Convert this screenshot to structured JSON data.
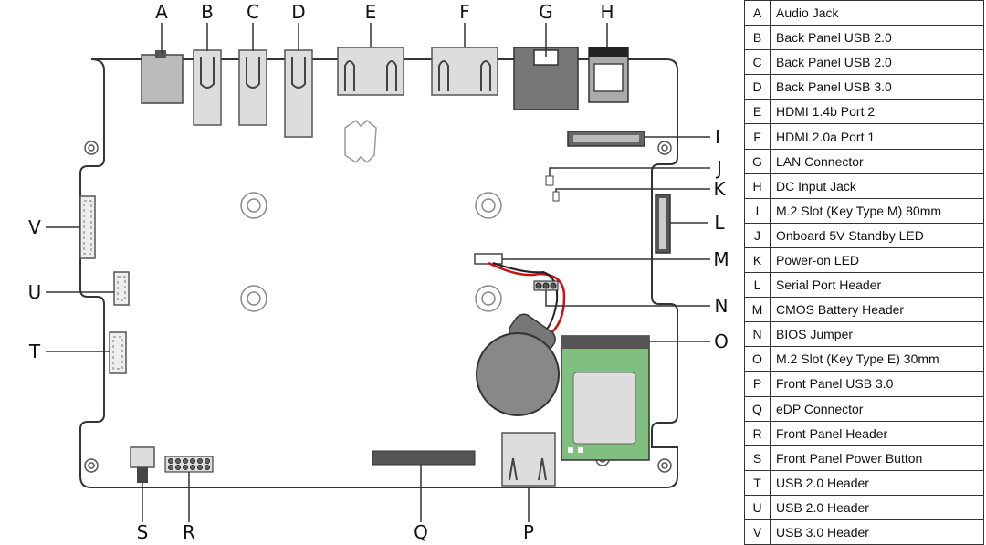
{
  "callouts": [
    "A",
    "B",
    "C",
    "D",
    "E",
    "F",
    "G",
    "H",
    "I",
    "J",
    "K",
    "L",
    "M",
    "N",
    "O",
    "P",
    "Q",
    "R",
    "S",
    "T",
    "U",
    "V"
  ],
  "legend": [
    {
      "letter": "A",
      "label": "Audio Jack"
    },
    {
      "letter": "B",
      "label": "Back Panel USB 2.0"
    },
    {
      "letter": "C",
      "label": "Back Panel USB 2.0"
    },
    {
      "letter": "D",
      "label": "Back Panel USB 3.0"
    },
    {
      "letter": "E",
      "label": "HDMI 1.4b Port 2"
    },
    {
      "letter": "F",
      "label": "HDMI 2.0a Port 1"
    },
    {
      "letter": "G",
      "label": "LAN Connector"
    },
    {
      "letter": "H",
      "label": "DC Input Jack"
    },
    {
      "letter": "I",
      "label": "M.2 Slot (Key Type M) 80mm"
    },
    {
      "letter": "J",
      "label": "Onboard 5V Standby LED"
    },
    {
      "letter": "K",
      "label": "Power-on LED"
    },
    {
      "letter": "L",
      "label": "Serial Port Header"
    },
    {
      "letter": "M",
      "label": "CMOS Battery Header"
    },
    {
      "letter": "N",
      "label": "BIOS Jumper"
    },
    {
      "letter": "O",
      "label": "M.2 Slot (Key Type E) 30mm"
    },
    {
      "letter": "P",
      "label": "Front Panel USB 3.0"
    },
    {
      "letter": "Q",
      "label": "eDP Connector"
    },
    {
      "letter": "R",
      "label": "Front Panel Header"
    },
    {
      "letter": "S",
      "label": "Front Panel Power Button"
    },
    {
      "letter": "T",
      "label": "USB 2.0 Header"
    },
    {
      "letter": "U",
      "label": "USB 2.0 Header"
    },
    {
      "letter": "V",
      "label": "USB 3.0 Header"
    }
  ],
  "colors": {
    "line": "#333333",
    "board": "#ffffff",
    "module": "#7fbf7f",
    "battery": "#8a8a8a",
    "wire_red": "#cc1111"
  }
}
